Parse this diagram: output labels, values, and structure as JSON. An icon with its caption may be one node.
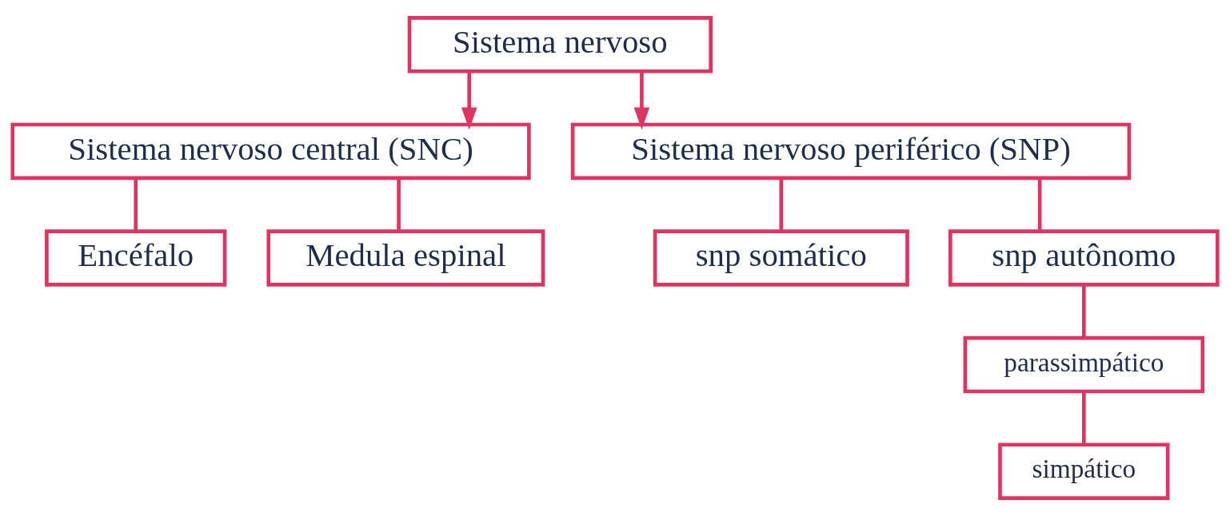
{
  "diagram": {
    "nodes": [
      {
        "text": [
          "Sistema nervoso"
        ]
      },
      {
        "text": [
          "Sistema nervoso central (SNC)"
        ]
      },
      {
        "text": [
          "Sistema nervoso periférico (SNP)"
        ]
      },
      {
        "text": [
          "Encéfalo"
        ]
      },
      {
        "text": [
          "Medula espinal"
        ]
      },
      {
        "text": [
          "snp somático"
        ]
      },
      {
        "text": [
          "snp autônomo"
        ]
      },
      {
        "text": [
          "parassimpático"
        ]
      },
      {
        "text": [
          "simpático"
        ]
      }
    ],
    "edges": [
      {
        "from": 0,
        "to": 1,
        "arrow": "to"
      },
      {
        "from": 0,
        "to": 2,
        "arrow": "to"
      },
      {
        "from": 1,
        "to": 3,
        "arrow": "none"
      },
      {
        "from": 1,
        "to": 4,
        "arrow": "none"
      },
      {
        "from": 2,
        "to": 5,
        "arrow": "none"
      },
      {
        "from": 2,
        "to": 6,
        "arrow": "none"
      },
      {
        "from": 6,
        "to": 7,
        "arrow": "none"
      },
      {
        "from": 7,
        "to": 8,
        "arrow": "none"
      }
    ]
  }
}
